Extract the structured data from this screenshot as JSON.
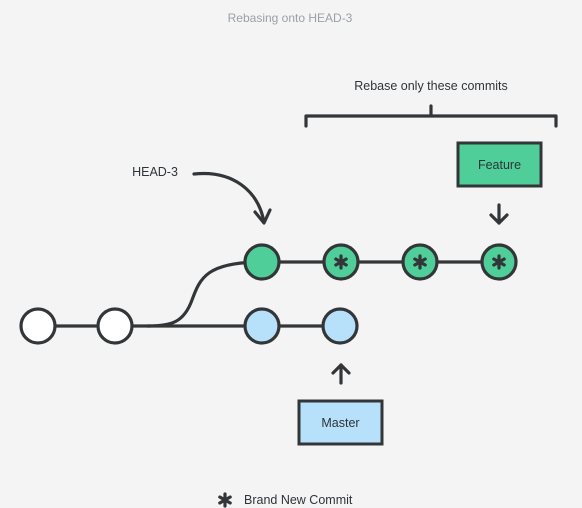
{
  "title": "Rebasing onto HEAD-3",
  "bracket_label": "Rebase only these commits",
  "head_label": "HEAD-3",
  "feature_label": "Feature",
  "master_label": "Master",
  "legend_label": "Brand New Commit",
  "colors": {
    "background": "#f4f4f4",
    "line": "#333638",
    "white_commit": "#ffffff",
    "feature_commit": "#4fce9a",
    "master_commit": "#b7e0fb",
    "feature_box": "#4fce9a",
    "master_box": "#b7e0fb"
  },
  "icons": {
    "new_commit_marker": "asterisk-icon",
    "pointer": "arrow-icon"
  }
}
